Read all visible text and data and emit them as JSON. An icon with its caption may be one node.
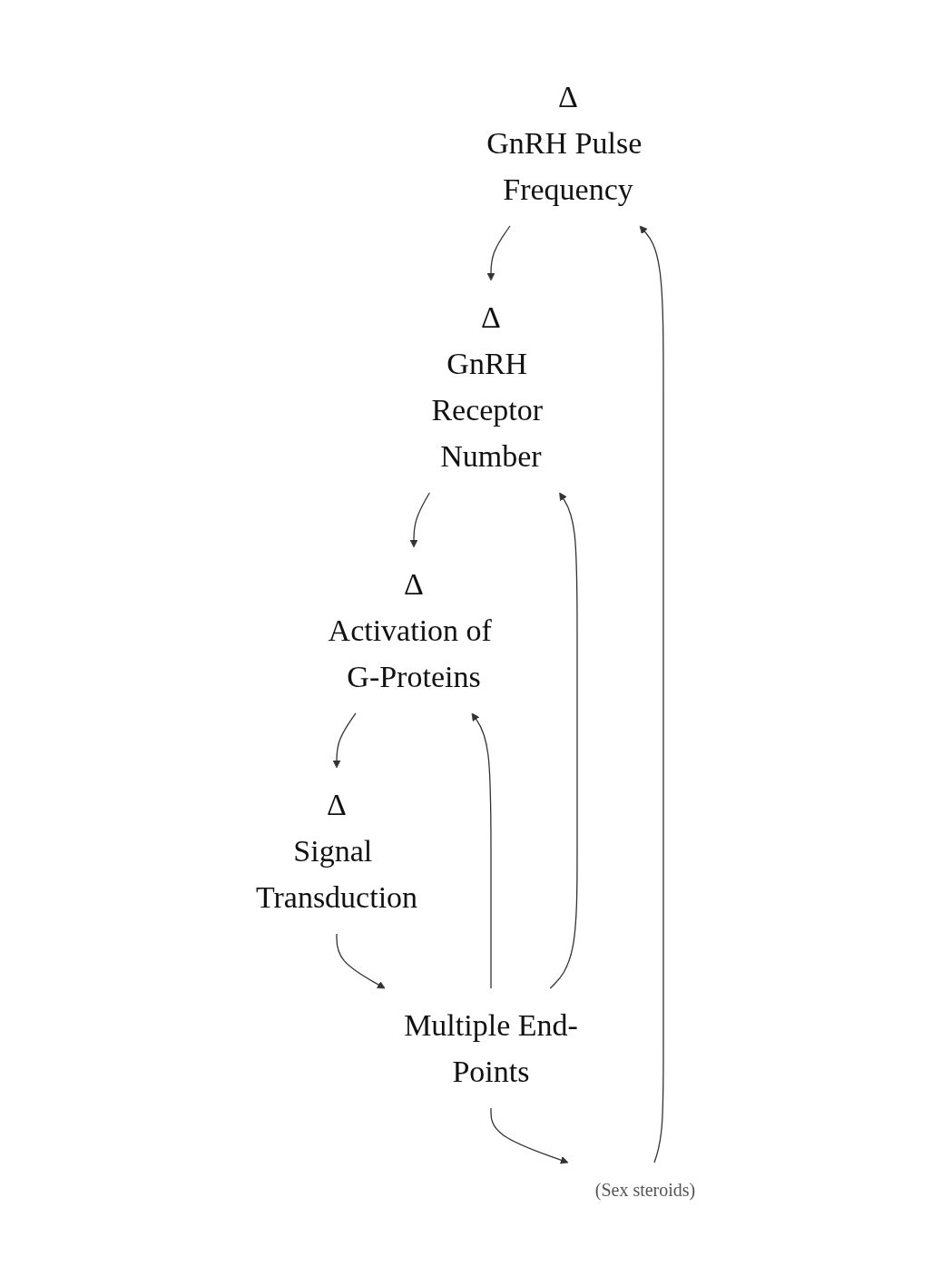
{
  "diagram": {
    "nodes": [
      {
        "text": [
          "Δ",
          "GnRH Pulse Frequency"
        ]
      },
      {
        "text": [
          "Δ",
          "GnRH Receptor Number"
        ]
      },
      {
        "text": [
          "Δ",
          "Activation of G-Proteins"
        ]
      },
      {
        "text": [
          "Δ",
          "Signal Transduction"
        ]
      },
      {
        "text": [
          "Multiple End-Points"
        ]
      },
      {
        "text": [
          "(Sex steroids)"
        ]
      }
    ],
    "edges": [
      {
        "from": 0,
        "to": 1,
        "arrow": "to"
      },
      {
        "from": 1,
        "to": 2,
        "arrow": "to"
      },
      {
        "from": 2,
        "to": 3,
        "arrow": "to"
      },
      {
        "from": 3,
        "to": 4,
        "arrow": "to"
      },
      {
        "from": 4,
        "to": 2,
        "arrow": "to"
      },
      {
        "from": 4,
        "to": 1,
        "arrow": "to"
      },
      {
        "from": 4,
        "to": 5,
        "arrow": "to"
      },
      {
        "from": 5,
        "to": 0,
        "arrow": "to"
      }
    ]
  }
}
